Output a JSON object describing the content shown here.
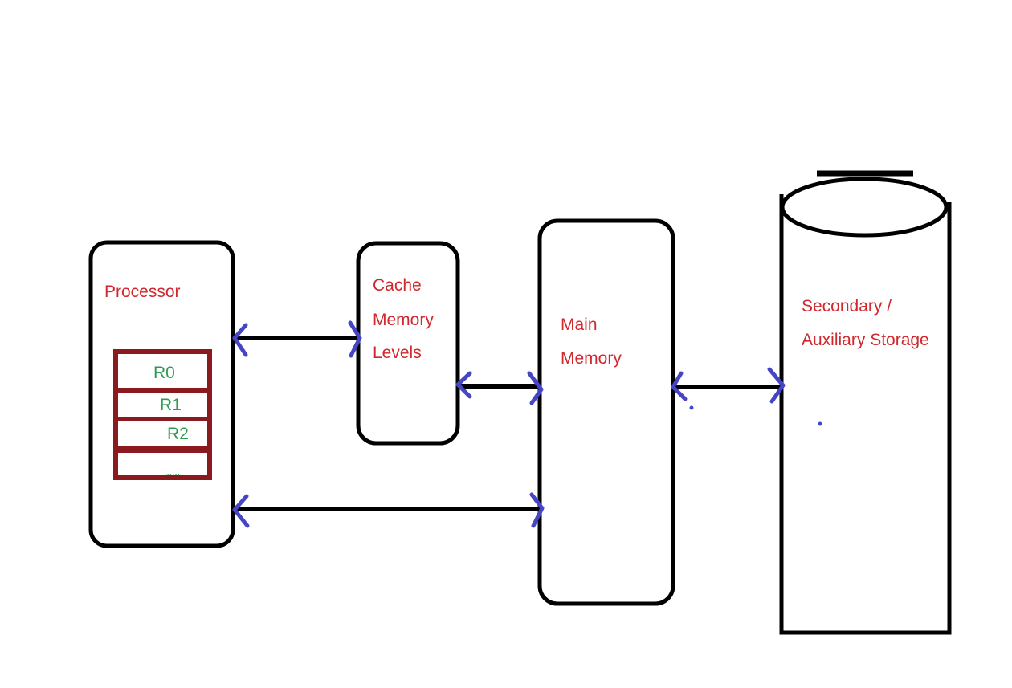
{
  "diagram": {
    "nodes": {
      "processor": {
        "label": "Processor"
      },
      "registers": [
        "R0",
        "R1",
        "R2",
        "......"
      ],
      "cache": {
        "lines": [
          "Cache",
          "Memory",
          "Levels"
        ]
      },
      "main_memory": {
        "lines": [
          "Main",
          "Memory"
        ]
      },
      "secondary": {
        "lines": [
          "Secondary /",
          "Auxiliary Storage"
        ]
      }
    },
    "edges": [
      {
        "from": "Processor",
        "to": "Cache Memory Levels",
        "direction": "bidirectional"
      },
      {
        "from": "Cache Memory Levels",
        "to": "Main Memory",
        "direction": "bidirectional"
      },
      {
        "from": "Main Memory",
        "to": "Secondary / Auxiliary Storage",
        "direction": "bidirectional"
      },
      {
        "from": "Processor",
        "to": "Main Memory",
        "direction": "bidirectional"
      }
    ],
    "colors": {
      "label": "#d0282e",
      "register_label": "#2e9a4e",
      "register_border": "#8b1a1f",
      "arrowhead": "#4646c4",
      "outline": "#000000"
    }
  }
}
